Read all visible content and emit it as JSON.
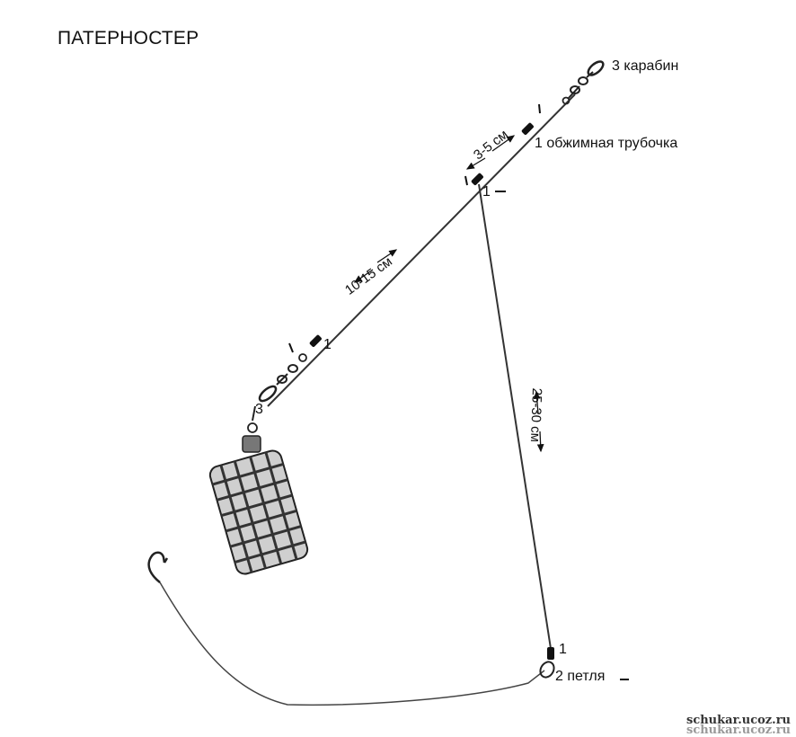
{
  "title": "ПАТЕРНОСТЕР",
  "labels": {
    "swivel_top": "3 карабин",
    "crimp_tube": "1 обжимная трубочка",
    "junction": "1",
    "feeder_crimp": "1",
    "feeder_swivel": "3",
    "loop_crimp": "1",
    "loop": "2 петля"
  },
  "dimensions": {
    "top_segment": "3-5 см",
    "feeder_segment": "10-15 см",
    "leader_segment": "25-30 см"
  },
  "watermark": "schukar.ucoz.ru",
  "icons": [
    "swivel-icon",
    "feeder-cage-icon",
    "hook-icon",
    "crimp-tube-icon",
    "dimension-arrow-icon"
  ]
}
